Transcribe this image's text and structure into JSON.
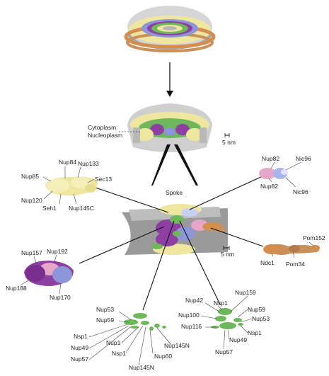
{
  "region_labels": {
    "cytoplasm": "Cytoplasm",
    "nucleoplasm": "Nucleoplasm",
    "spoke": "Spoke"
  },
  "scale_bars": {
    "top": "5 nm",
    "middle": "5 nm"
  },
  "colors": {
    "yellow": "#efe7a0",
    "purple": "#8e3fa2",
    "blue": "#8c96d8",
    "green": "#6db85a",
    "orange": "#d48f4e",
    "pink": "#e7a6c8",
    "grey": "#b8b8b8",
    "tan": "#c9905a"
  },
  "subcomplexes": {
    "y_complex": {
      "labels": {
        "nup84": "Nup84",
        "nup133": "Nup133",
        "nup85": "Nup85",
        "sec13": "Sec13",
        "nup120": "Nup120",
        "seh1": "Seh1",
        "nup145c": "Nup145C"
      }
    },
    "nic96_complex": {
      "labels": {
        "nup82_top": "Nup82",
        "nic96_top": "Nic96",
        "nup82_bottom": "Nup82",
        "nic96_bottom": "Nic96"
      }
    },
    "pom_complex": {
      "labels": {
        "pom152": "Pom152",
        "ndc1": "Ndc1",
        "pom34": "Pom34"
      }
    },
    "inner_ring_complex": {
      "labels": {
        "nup157": "Nup157",
        "nup192": "Nup192",
        "nup188": "Nup188",
        "nup170": "Nup170"
      }
    },
    "fg_left": {
      "labels": {
        "nup53": "Nup53",
        "nup59": "Nup59",
        "nsp1_a": "Nsp1",
        "nup49": "Nup49",
        "nup57": "Nup57",
        "nup1": "Nup1",
        "nsp1_b": "Nsp1",
        "nup145n_bottom": "Nup145N",
        "nup60": "Nup60",
        "nup145n_right": "Nup145N"
      }
    },
    "fg_right": {
      "labels": {
        "nup42": "Nup42",
        "nsp1_top": "Nsp1",
        "nup159": "Nup159",
        "nup100": "Nup100",
        "nup59": "Nup59",
        "nup53": "Nup53",
        "nup116": "Nup116",
        "nsp1_right": "Nsp1",
        "nup49": "Nup49",
        "nup57": "Nup57"
      }
    }
  }
}
